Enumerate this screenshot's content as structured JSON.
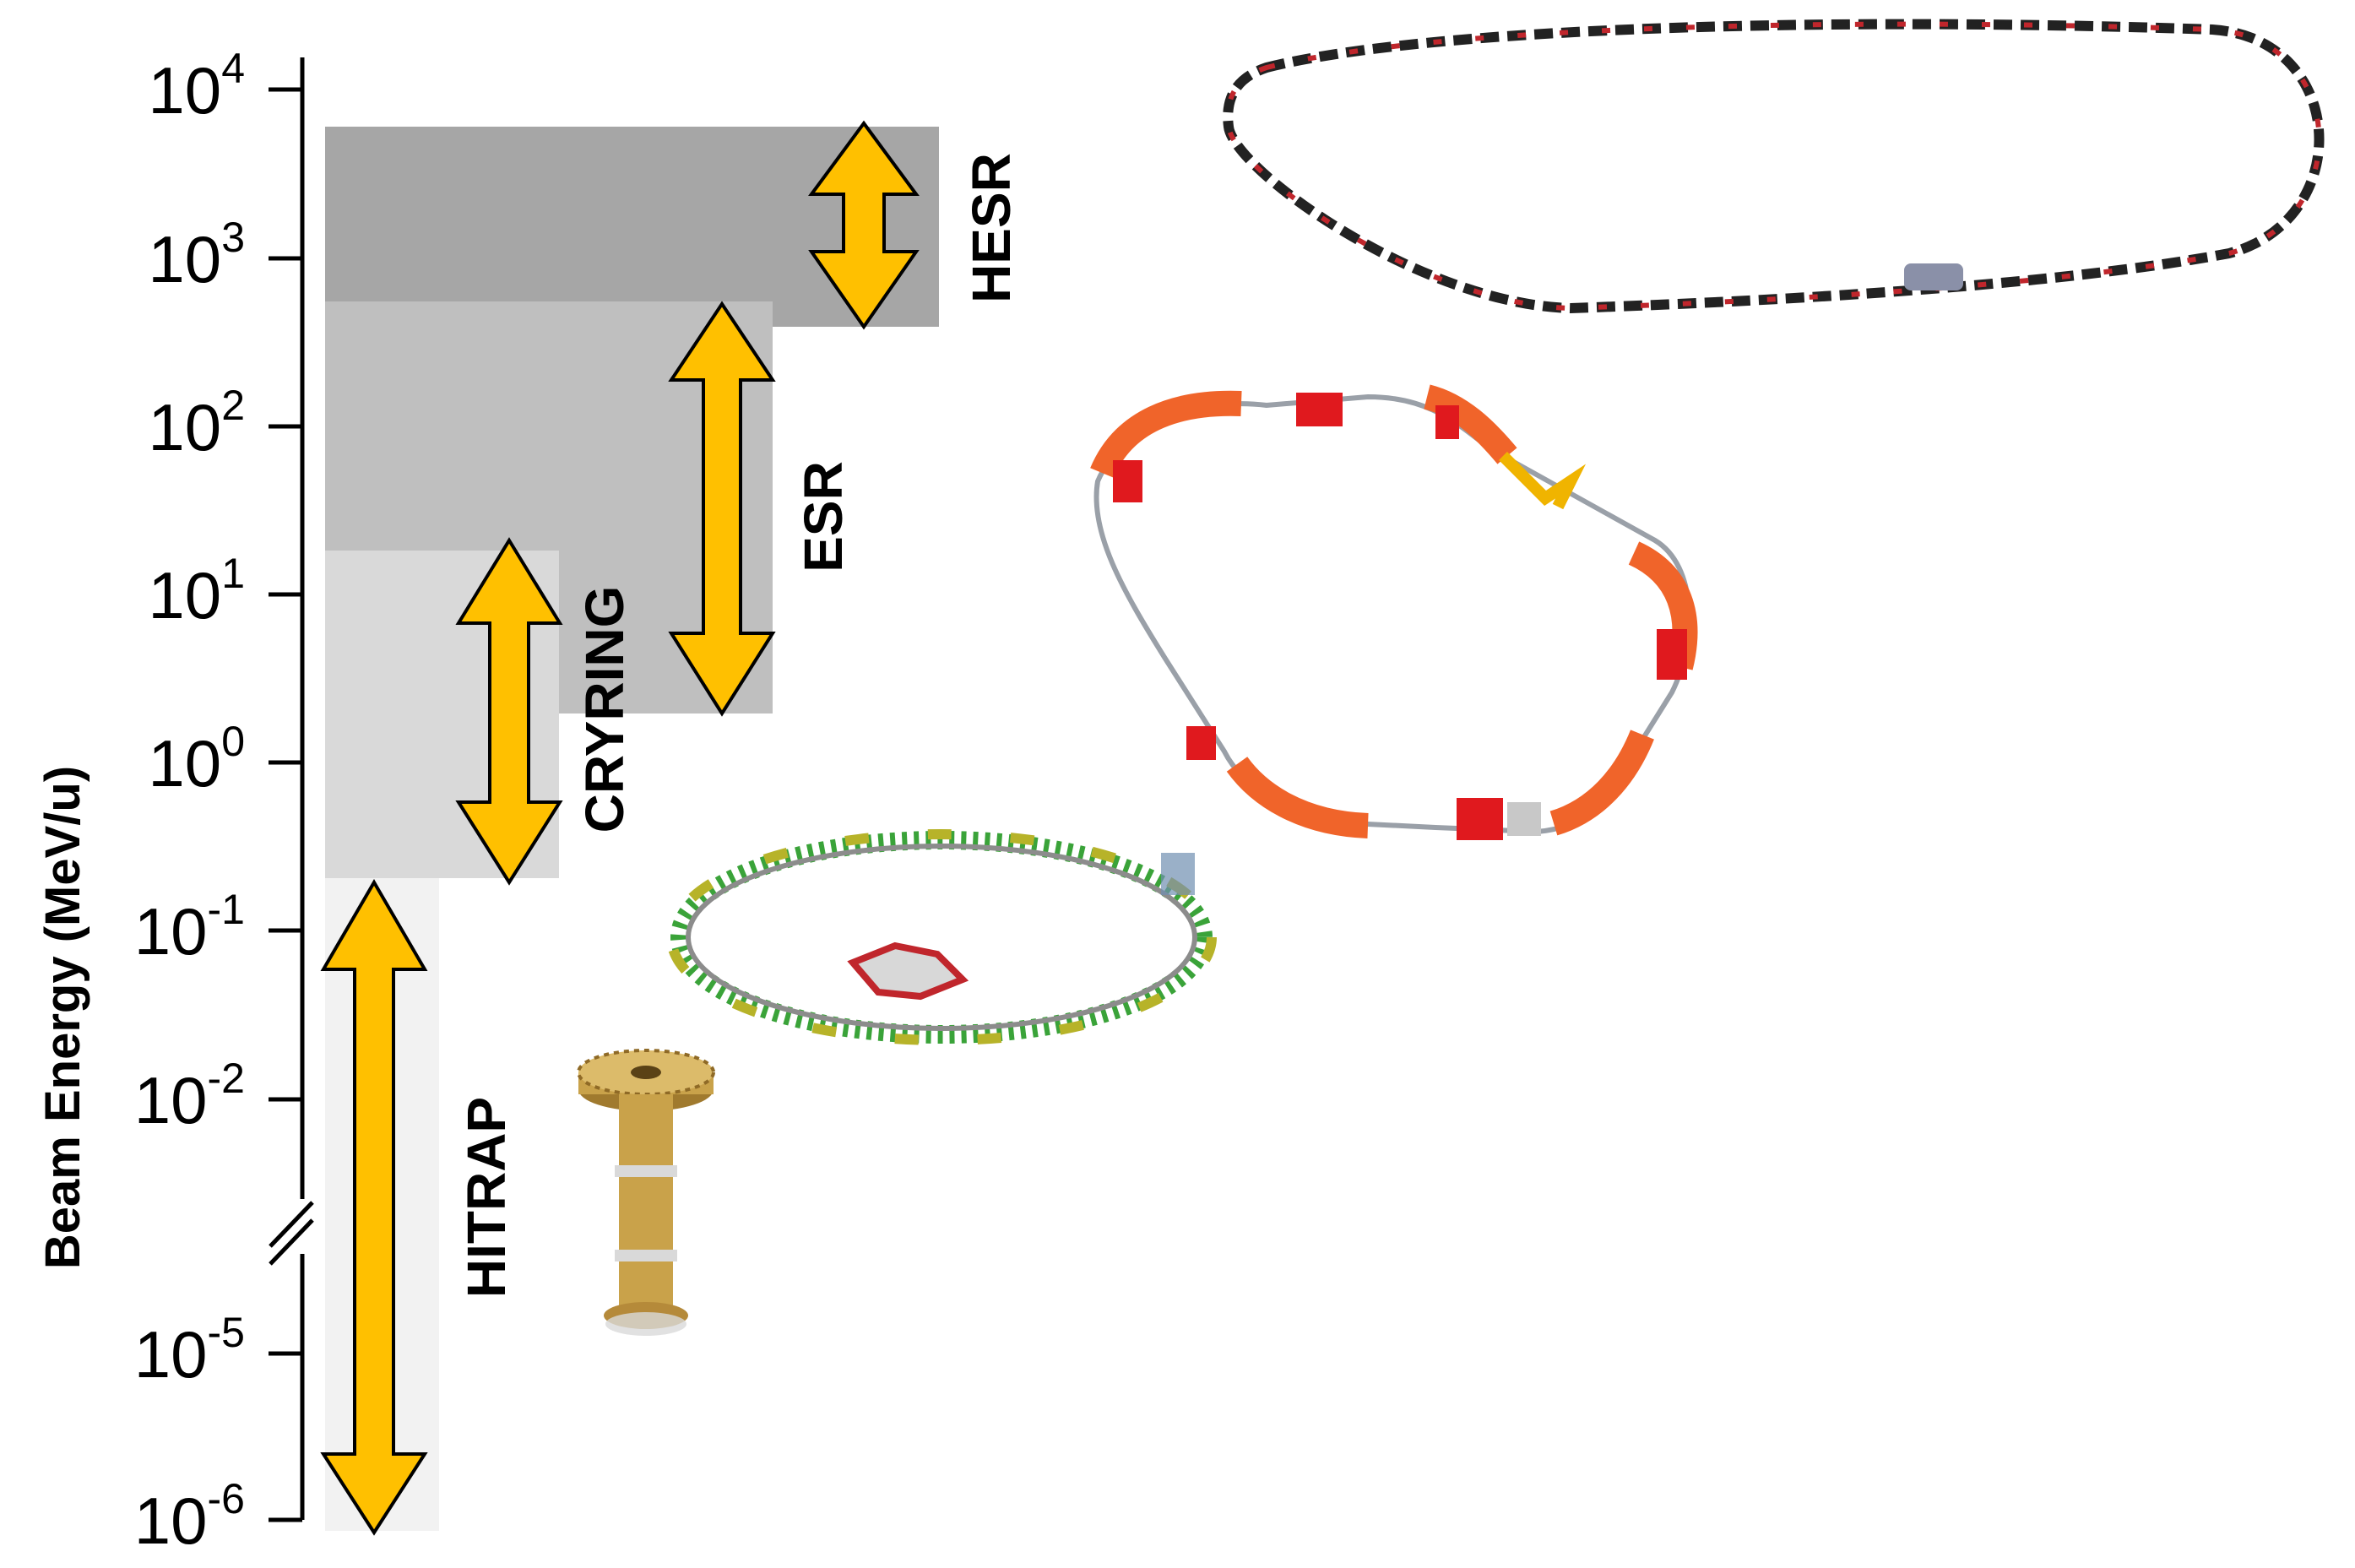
{
  "axis": {
    "label": "Beam Energy (MeV/u)",
    "ticks": [
      {
        "base": "10",
        "exp": "4",
        "value": 4
      },
      {
        "base": "10",
        "exp": "3",
        "value": 3
      },
      {
        "base": "10",
        "exp": "2",
        "value": 2
      },
      {
        "base": "10",
        "exp": "1",
        "value": 1
      },
      {
        "base": "10",
        "exp": "0",
        "value": 0
      },
      {
        "base": "10",
        "exp": "-1",
        "value": -1
      },
      {
        "base": "10",
        "exp": "-2",
        "value": -2
      },
      {
        "base": "10",
        "exp": "-5",
        "value": -5
      },
      {
        "base": "10",
        "exp": "-6",
        "value": -6
      }
    ],
    "axis_break": "between 10^-2 and 10^-5"
  },
  "facilities": [
    {
      "name": "HESR",
      "range_log10": [
        2.6,
        3.8
      ],
      "band_color": "#a6a6a6"
    },
    {
      "name": "ESR",
      "range_log10": [
        0.3,
        2.7
      ],
      "band_color": "#bfbfbf"
    },
    {
      "name": "CRYRING",
      "range_log10": [
        -0.7,
        1.3
      ],
      "band_color": "#d9d9d9"
    },
    {
      "name": "HITRAP",
      "range_log10": [
        -6.1,
        -0.7
      ],
      "band_color": "#f2f2f2"
    }
  ],
  "colors": {
    "arrow": "#ffc000",
    "arrow_outline": "#000000",
    "dipole": "#f0642a",
    "magnet_red": "#e0191e",
    "support_green": "#33a02c",
    "trap_gold": "#c9a24a"
  }
}
